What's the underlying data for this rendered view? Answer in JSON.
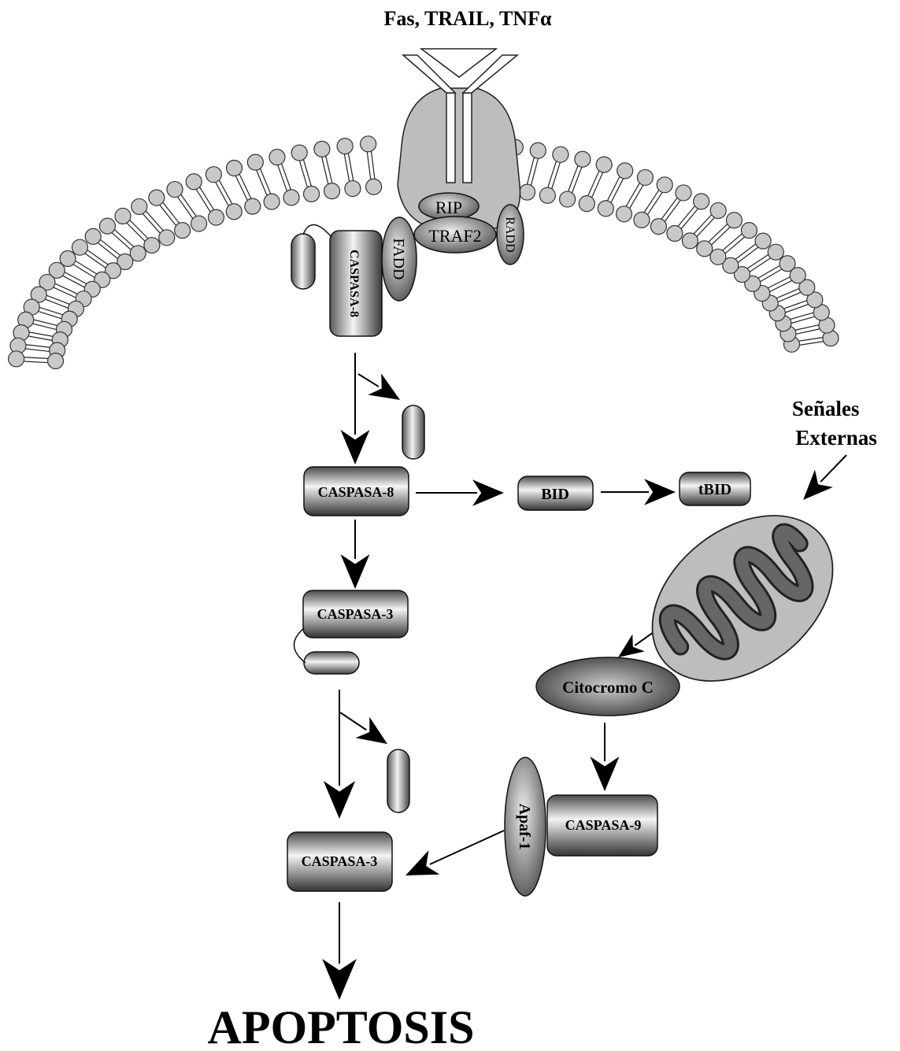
{
  "ligands_label": "Fas, TRAIL, TNFα",
  "complex": {
    "rip": "RIP",
    "traf2": "TRAF2",
    "fadd_left": "FADD",
    "fadd_right": "RADD",
    "procaspase8": "CASPASA-8"
  },
  "pathway": {
    "caspase8": "CASPASA-8",
    "caspase3_pro": "CASPASA-3",
    "caspase3_active": "CASPASA-3",
    "bid": "BID",
    "tbid": "tBID",
    "cytochrome_c": "Citocromo C",
    "apaf1": "Apaf-1",
    "caspase9": "CASPASA-9"
  },
  "external_signals": [
    "Señales",
    "Externas"
  ],
  "outcome": "APOPTOSIS",
  "colors": {
    "membrane_head": "#c8c8c8",
    "receptor": "#bdbdbd",
    "mitochondrion_outer": "#bdbdbd",
    "mitochondrion_inner": "#5a5a5a"
  }
}
